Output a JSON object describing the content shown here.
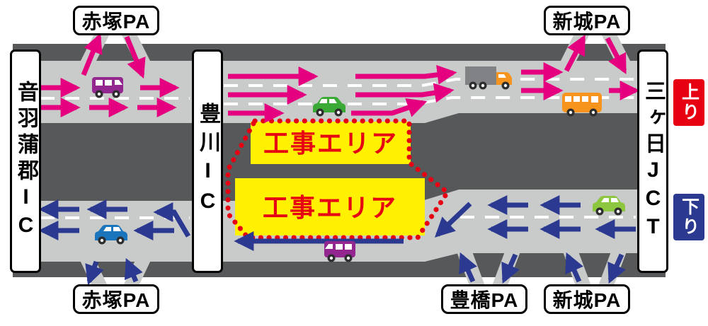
{
  "labels": {
    "ic_left": "音羽蒲郡IC",
    "ic_middle": "豊川IC",
    "jct_right": "三ヶ日JCT",
    "pa_top_left": "赤塚PA",
    "pa_top_right": "新城PA",
    "pa_bottom_left": "赤塚PA",
    "pa_bottom_middle": "豊橋PA",
    "pa_bottom_right": "新城PA"
  },
  "badges": {
    "up": "上り",
    "down": "下り"
  },
  "construction": {
    "top_label": "工事エリア",
    "bottom_label": "工事エリア"
  },
  "colors": {
    "background": "#57585A",
    "road": "#C9CACA",
    "lane_marking": "#FFFFFF",
    "up_arrow": "#E4007F",
    "down_arrow": "#2B3990",
    "up_badge_bg": "#E60012",
    "down_badge_bg": "#2B3990",
    "construction_bg": "#FFF100",
    "construction_text": "#E60012",
    "construction_border": "#E60012",
    "label_bg": "#FFFFFF",
    "label_border": "#000000"
  },
  "vehicles": {
    "top_van": {
      "icon": "van-icon",
      "color": "#93278F"
    },
    "top_car": {
      "icon": "car-icon",
      "color": "#3AA935"
    },
    "truck": {
      "icon": "truck-icon",
      "body_color": "#808285",
      "cab_color": "#F7941D"
    },
    "bus": {
      "icon": "bus-icon",
      "color": "#F7941D"
    },
    "bottom_car_right": {
      "icon": "car-icon",
      "color": "#8DC63F"
    },
    "bottom_car_left": {
      "icon": "car-icon",
      "color": "#1B75BC"
    },
    "bottom_van": {
      "icon": "van-icon",
      "color": "#93278F"
    }
  }
}
